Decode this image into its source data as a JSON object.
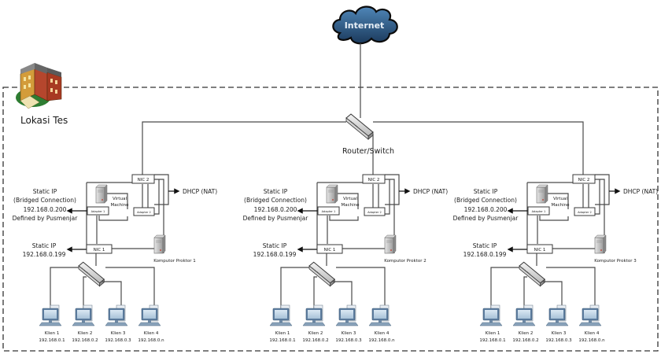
{
  "diagram": {
    "title": "Network topology - Lokasi Tes",
    "internet": {
      "label": "Internet"
    },
    "site": {
      "label": "Lokasi Tes"
    },
    "router": {
      "label": "Router/Switch"
    },
    "colors": {
      "cloud": "#2d5a86",
      "cloud_dark": "#1b3a5c",
      "wire": "#4a4a4a",
      "frame": "#333333"
    },
    "groups": [
      {
        "id": "proktor-1",
        "nic2": "NIC 2",
        "nic1": "NIC 1",
        "adapter1": "Adapter 1",
        "adapter2": "Adapter 2",
        "vm_line1": "Virtual",
        "vm_line2": "Machine",
        "dhcp": "DHCP (NAT)",
        "bridged_line1": "Static IP",
        "bridged_line2": "(Bridged Connection)",
        "bridged_line3": "192.168.0.200",
        "bridged_line4": "Defined by Pusmenjar",
        "static_line1": "Static IP",
        "static_line2": "192.168.0.199",
        "computer": "Komputor Proktor 1",
        "clients": [
          {
            "name": "Klien 1",
            "ip": "192.168.0.1"
          },
          {
            "name": "Klien 2",
            "ip": "192.168.0.2"
          },
          {
            "name": "Klien 3",
            "ip": "192.168.0.3"
          },
          {
            "name": "Klien 4",
            "ip": "192.168.0.n"
          }
        ]
      },
      {
        "id": "proktor-2",
        "nic2": "NIC 2",
        "nic1": "NIC 1",
        "adapter1": "Adapter 1",
        "adapter2": "Adapter 2",
        "vm_line1": "Virtual",
        "vm_line2": "Machine",
        "dhcp": "DHCP (NAT)",
        "bridged_line1": "Static IP",
        "bridged_line2": "(Bridged Connection)",
        "bridged_line3": "192.168.0.200",
        "bridged_line4": "Defined by Pusmenjar",
        "static_line1": "Static IP",
        "static_line2": "192.168.0.199",
        "computer": "Komputor Proktor 2",
        "clients": [
          {
            "name": "Klien 1",
            "ip": "192.168.0.1"
          },
          {
            "name": "Klien 2",
            "ip": "192.168.0.2"
          },
          {
            "name": "Klien 3",
            "ip": "192.168.0.3"
          },
          {
            "name": "Klien 4",
            "ip": "192.168.0.n"
          }
        ]
      },
      {
        "id": "proktor-3",
        "nic2": "NIC 2",
        "nic1": "NIC 1",
        "adapter1": "Adapter 1",
        "adapter2": "Adapter 2",
        "vm_line1": "Virtual",
        "vm_line2": "Machine",
        "dhcp": "DHCP (NAT)",
        "bridged_line1": "Static IP",
        "bridged_line2": "(Bridged Connection)",
        "bridged_line3": "192.168.0.200",
        "bridged_line4": "Defined by Pusmenjar",
        "static_line1": "Static IP",
        "static_line2": "192.168.0.199",
        "computer": "Komputor Proktor 3",
        "clients": [
          {
            "name": "Klien 1",
            "ip": "192.168.0.1"
          },
          {
            "name": "Klien 2",
            "ip": "192.168.0.2"
          },
          {
            "name": "Klien 3",
            "ip": "192.168.0.3"
          },
          {
            "name": "Klien 4",
            "ip": "192.168.0.n"
          }
        ]
      }
    ]
  }
}
